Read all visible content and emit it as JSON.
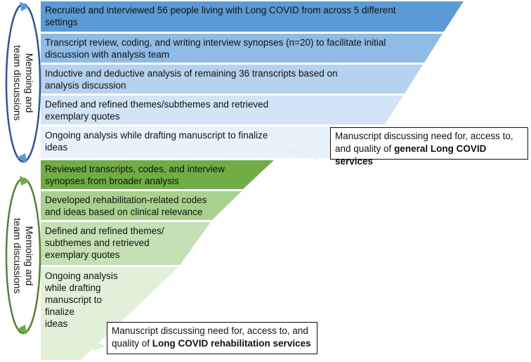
{
  "top_section": {
    "side_label_line1": "Memoing and",
    "side_label_line2": "team discussions",
    "steps": [
      {
        "line1": "Recruited and interviewed 56 people living with Long COVID from across 5 different",
        "line2": "settings",
        "color": "#5b9bd5"
      },
      {
        "line1": "Transcript review, coding, and writing interview synopses (n=20) to facilitate initial",
        "line2": "discussion with analysis team",
        "color": "#8fbbe4"
      },
      {
        "line1": "Inductive and deductive analysis of remaining 36 transcripts based on",
        "line2": "analysis discussion",
        "color": "#b5d2ee"
      },
      {
        "line1": "Defined and refined themes/subthemes and retrieved",
        "line2": "exemplary quotes",
        "color": "#d2e4f5"
      },
      {
        "line1": "Ongoing analysis while drafting manuscript to finalize",
        "line2": "ideas",
        "color": "#e8f2fb"
      }
    ],
    "output": {
      "line1": "Manuscript discussing need for, access to,",
      "line2_plain": "and quality of ",
      "line2_bold": "general Long COVID services"
    }
  },
  "bottom_section": {
    "side_label_line1": "Memoing and",
    "side_label_line2": "team discussions",
    "steps": [
      {
        "lines": [
          "Reviewed transcripts, codes, and interview",
          "synopses from broader analysis"
        ],
        "color": "#70ad47"
      },
      {
        "lines": [
          "Developed rehabilitation-related codes",
          "and ideas based on clinical relevance"
        ],
        "color": "#a9d18e"
      },
      {
        "lines": [
          "Defined and refined themes/",
          "subthemes and retrieved",
          "exemplary quotes"
        ],
        "color": "#c5e0b4"
      },
      {
        "lines": [
          "Ongoing analysis",
          "while drafting",
          "manuscript to",
          "finalize",
          "ideas"
        ],
        "color": "#e2f0d9"
      }
    ],
    "output": {
      "line1": "Manuscript discussing need for, access to, and",
      "line2_plain": "quality of ",
      "line2_bold": "Long COVID rehabilitation services"
    }
  },
  "colors": {
    "blue_loop": "#2f5597",
    "blue_arrow_head": "#5b9bd5",
    "green_loop": "#548235",
    "green_arrow_head": "#70ad47"
  }
}
